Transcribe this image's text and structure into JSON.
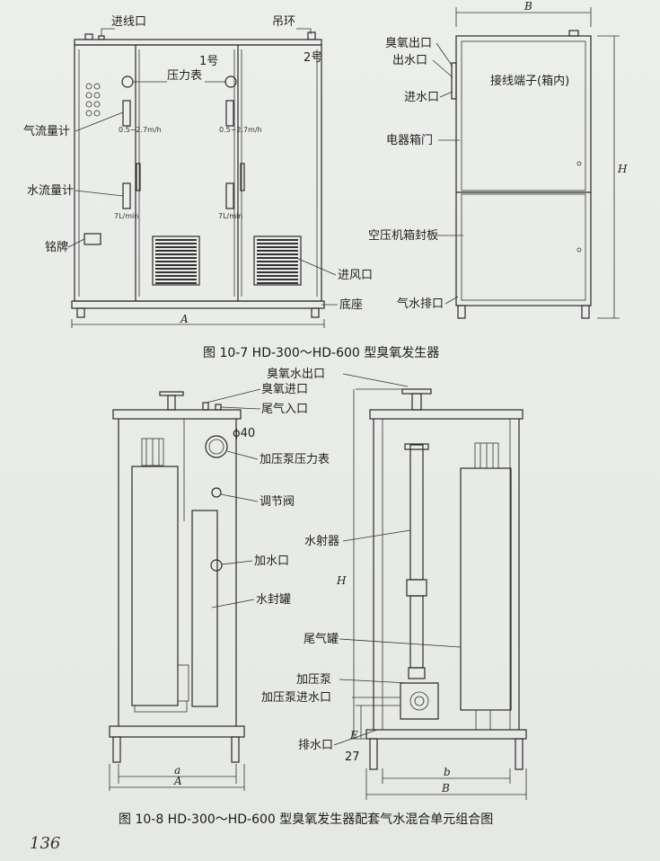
{
  "fig7": {
    "labels": {
      "inlet": "进线口",
      "lifting_ring": "吊环",
      "unit1": "1号",
      "unit2": "2号",
      "pressure_gauge": "压力表",
      "airflow_meter": "气流量计",
      "water_meter": "水流量计",
      "nameplate": "铭牌",
      "air_inlet": "进风口",
      "base": "底座",
      "ozone_outlet": "臭氧出口",
      "water_outlet": "出水口",
      "water_inlet": "进水口",
      "terminal": "接线端子(箱内)",
      "electrical_door": "电器箱门",
      "compressor_plate": "空压机箱封板",
      "drain": "气水排口"
    },
    "scale_air_1": "0.5~2.7m/h",
    "scale_air_2": "0.5~2.7m/h",
    "scale_water_1": "7L/min",
    "scale_water_2": "7L/min",
    "dim_A": "A",
    "dim_B": "B",
    "dim_H": "H",
    "caption": "图 10-7    HD-300～HD-600 型臭氧发生器"
  },
  "fig8": {
    "labels": {
      "ozone_water_outlet": "臭氧水出口",
      "ozone_inlet": "臭氧进口",
      "tail_gas_inlet": "尾气入口",
      "phi40": "ϕ40",
      "booster_gauge": "加压泵压力表",
      "regulating_valve": "调节阀",
      "water_fill": "加水口",
      "seal_tank": "水封罐",
      "ejector": "水射器",
      "tail_gas_tank": "尾气罐",
      "booster_pump": "加压泵",
      "pump_inlet": "加压泵进水口",
      "drain_port": "排水口"
    },
    "dim_a": "a",
    "dim_A": "A",
    "dim_b": "b",
    "dim_B": "B",
    "dim_H": "H",
    "dim_E": "E",
    "dim_27": "27",
    "caption": "图 10-8    HD-300～HD-600 型臭氧发生器配套气水混合单元组合图"
  },
  "page_number": "136"
}
